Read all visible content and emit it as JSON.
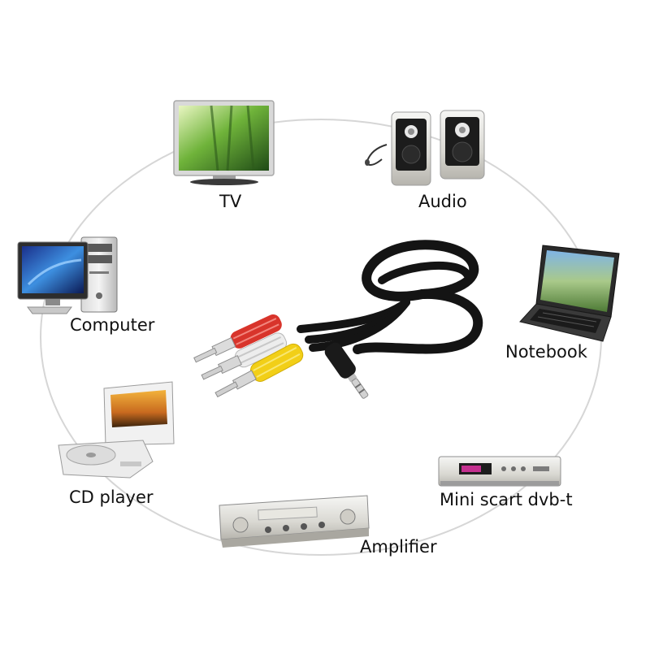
{
  "devices": {
    "tv": "TV",
    "audio": "Audio",
    "computer": "Computer",
    "notebook": "Notebook",
    "cd_player": "CD player",
    "mini_scart": "Mini scart dvb-t",
    "amplifier": "Amplifier"
  },
  "colors": {
    "ring": "#d6d6d6",
    "cable": "#141414",
    "plug_red": "#d8342b",
    "plug_white": "#ededed",
    "plug_yellow": "#f2cf17",
    "metal": "#c9c9c9"
  },
  "icons": [
    "tv-icon",
    "speakers-icon",
    "desktop-computer-icon",
    "laptop-icon",
    "portable-dvd-player-icon",
    "set-top-box-icon",
    "amplifier-icon",
    "rca-cable-icon"
  ]
}
